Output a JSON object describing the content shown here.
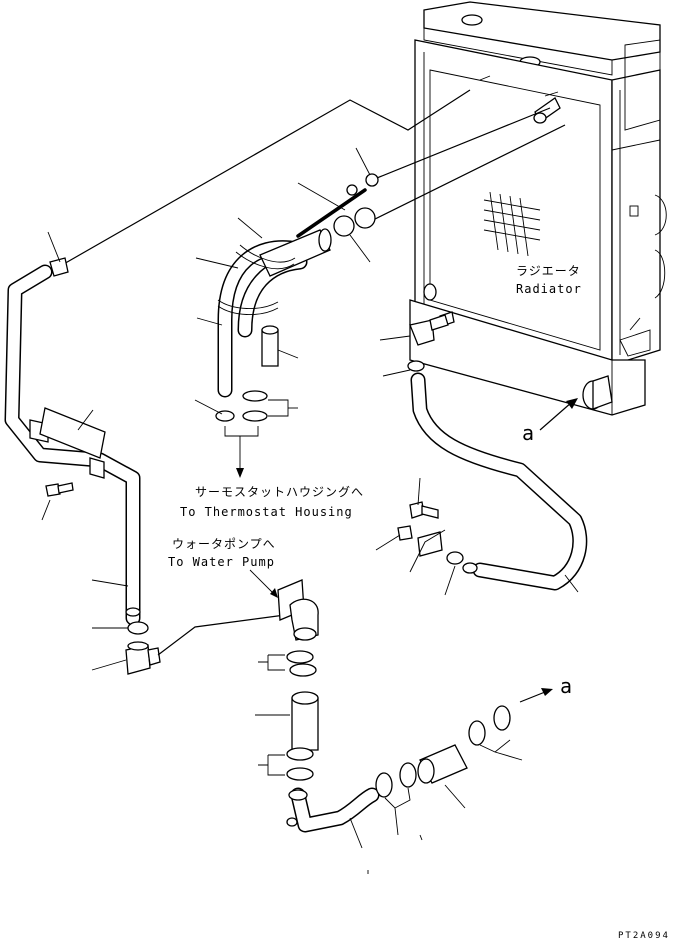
{
  "diagram": {
    "labels": {
      "radiator_jp": "ラジエータ",
      "radiator_en": "Radiator",
      "thermostat_jp": "サーモスタットハウジングへ",
      "thermostat_en": "To Thermostat Housing",
      "water_pump_jp": "ウォータポンプへ",
      "water_pump_en": "To Water Pump",
      "ref_a_radiator": "a",
      "ref_a_outlet": "a",
      "drawing_code": "PT2A094"
    }
  }
}
